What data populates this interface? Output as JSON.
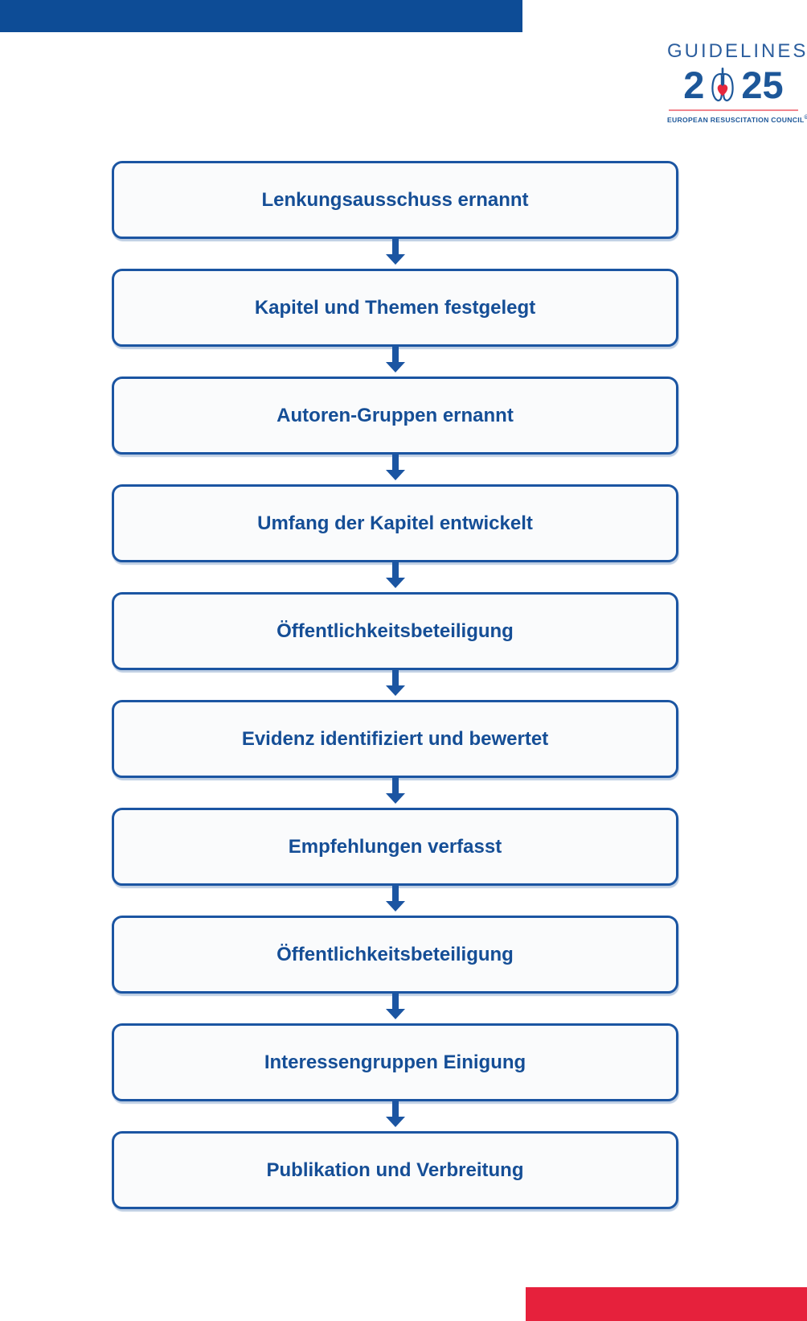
{
  "header": {
    "logo": {
      "title": "GUIDELINES",
      "year_left": "2",
      "year_right": "25",
      "organization": "EUROPEAN RESUSCITATION COUNCIL",
      "copyright_mark": "©"
    }
  },
  "flowchart": {
    "steps": [
      {
        "label": "Lenkungsausschuss ernannt"
      },
      {
        "label": "Kapitel und Themen festgelegt"
      },
      {
        "label": "Autoren-Gruppen ernannt"
      },
      {
        "label": "Umfang der Kapitel entwickelt"
      },
      {
        "label": "Öffentlichkeitsbeteiligung"
      },
      {
        "label": "Evidenz identifiziert und bewertet"
      },
      {
        "label": "Empfehlungen verfasst"
      },
      {
        "label": "Öffentlichkeitsbeteiligung"
      },
      {
        "label": "Interessengruppen Einigung"
      },
      {
        "label": "Publikation und Verbreitung"
      }
    ]
  },
  "colors": {
    "bar_blue": "#0d4c96",
    "border_blue": "#1b55a2",
    "text_blue": "#154e96",
    "accent_red": "#e6213c",
    "logo_blue": "#1d5799",
    "logo_pink_line": "#f2858e",
    "heart_red": "#e6273c",
    "box_background": "#fafbfc"
  }
}
